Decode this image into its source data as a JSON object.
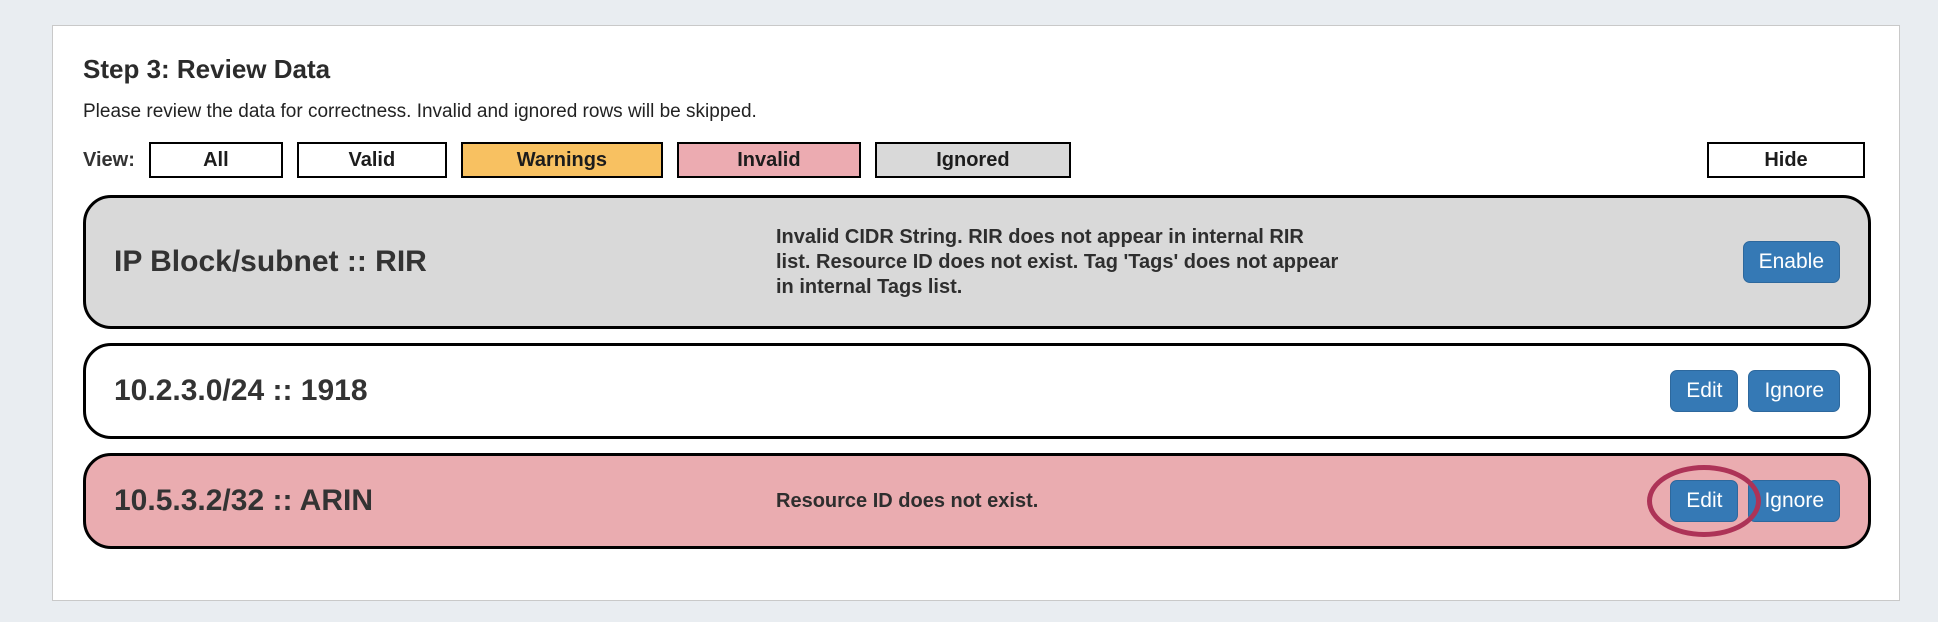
{
  "header": {
    "title": "Step 3: Review Data",
    "subtitle": "Please review the data for correctness. Invalid and ignored rows will be skipped."
  },
  "filter_bar": {
    "view_label": "View:",
    "buttons": [
      {
        "label": "All"
      },
      {
        "label": "Valid"
      },
      {
        "label": "Warnings"
      },
      {
        "label": "Invalid"
      },
      {
        "label": "Ignored"
      }
    ],
    "hide_label": "Hide"
  },
  "rows": [
    {
      "title": "IP Block/subnet :: RIR",
      "message": "Invalid CIDR String. RIR does not appear in internal RIR list. Resource ID does not exist. Tag 'Tags' does not appear in internal Tags list.",
      "status": "ignored",
      "buttons": {
        "enable": "Enable"
      }
    },
    {
      "title": "10.2.3.0/24 :: 1918",
      "message": "",
      "status": "valid",
      "buttons": {
        "edit": "Edit",
        "ignore": "Ignore"
      }
    },
    {
      "title": "10.5.3.2/32 :: ARIN",
      "message": "Resource ID does not exist.",
      "status": "invalid",
      "buttons": {
        "edit": "Edit",
        "ignore": "Ignore"
      },
      "annotation": "edit-button-circled"
    }
  ],
  "colors": {
    "page_background": "#e9edf1",
    "warnings_filter": "#f8c161",
    "invalid_filter": "#ecabb1",
    "ignored_filter": "#d9d9d9",
    "ignored_row": "#d9d9d9",
    "invalid_row": "#eaacb0",
    "primary_button": "#3579b5",
    "annotation_circle": "#ad3357"
  }
}
